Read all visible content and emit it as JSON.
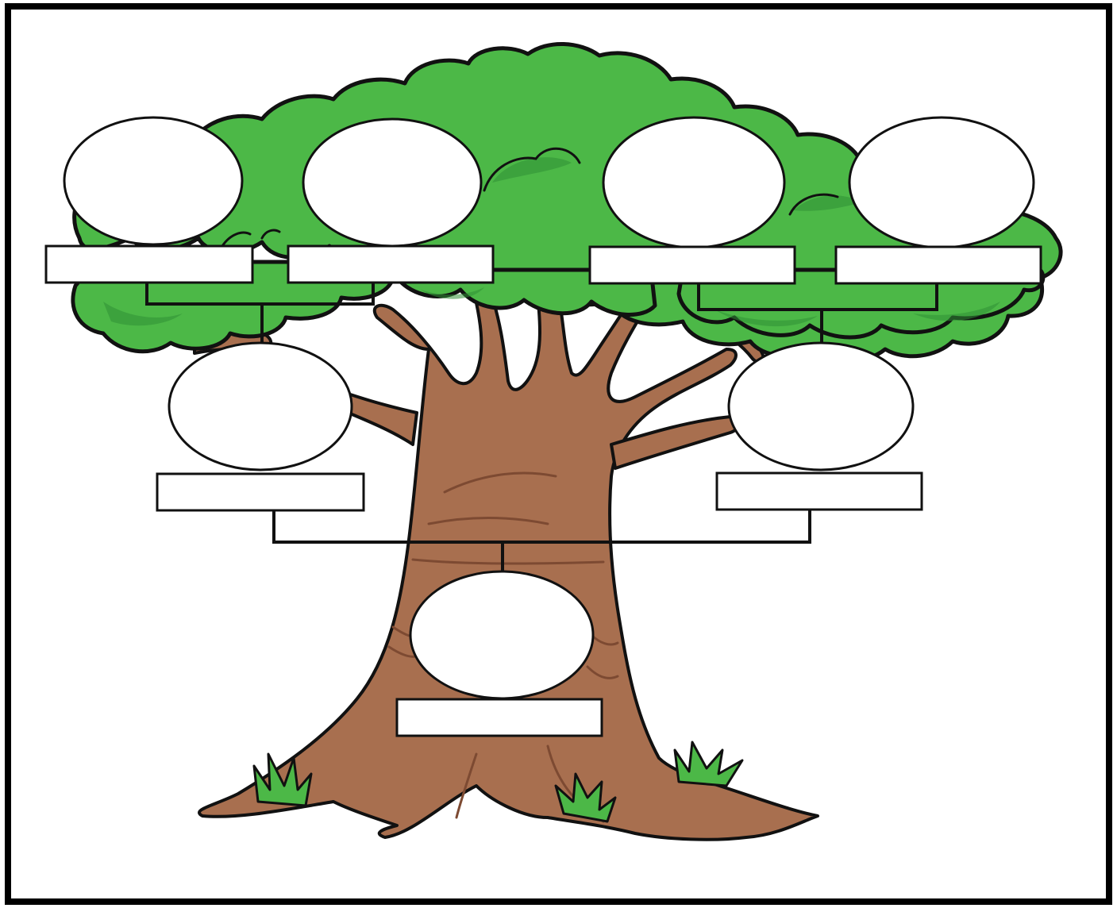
{
  "diagram": {
    "type": "family-tree-template",
    "generations": [
      {
        "level": "grandparents",
        "members": [
          {
            "id": "grandparent-1",
            "name": ""
          },
          {
            "id": "grandparent-2",
            "name": ""
          },
          {
            "id": "grandparent-3",
            "name": ""
          },
          {
            "id": "grandparent-4",
            "name": ""
          }
        ]
      },
      {
        "level": "parents",
        "members": [
          {
            "id": "parent-1",
            "name": ""
          },
          {
            "id": "parent-2",
            "name": ""
          }
        ]
      },
      {
        "level": "self",
        "members": [
          {
            "id": "child-1",
            "name": ""
          }
        ]
      }
    ],
    "links": [
      {
        "from": [
          "grandparent-1",
          "grandparent-2"
        ],
        "to": "parent-1"
      },
      {
        "from": [
          "grandparent-3",
          "grandparent-4"
        ],
        "to": "parent-2"
      },
      {
        "from": [
          "parent-1",
          "parent-2"
        ],
        "to": "child-1"
      }
    ]
  },
  "colors": {
    "foliage": "#4cb847",
    "foliage_shade": "#2f8f34",
    "trunk": "#a86f4f",
    "trunk_shade": "#7d4a32",
    "outline": "#111111",
    "slot_fill": "#ffffff",
    "frame": "#000000"
  }
}
